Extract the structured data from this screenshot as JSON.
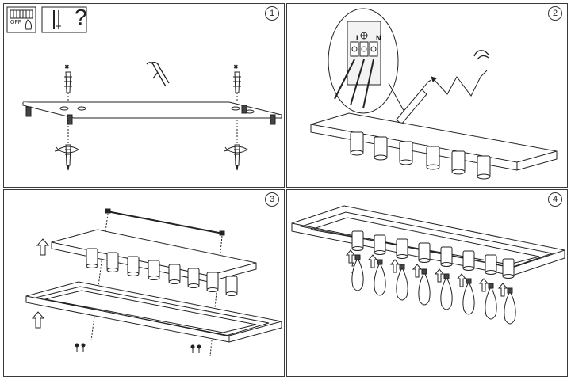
{
  "steps": [
    {
      "number": "1"
    },
    {
      "number": "2"
    },
    {
      "number": "3"
    },
    {
      "number": "4"
    }
  ],
  "step1": {
    "switch_label": "OFF",
    "question_mark": "?"
  },
  "step2": {
    "terminal_l": "L",
    "terminal_n": "N"
  }
}
